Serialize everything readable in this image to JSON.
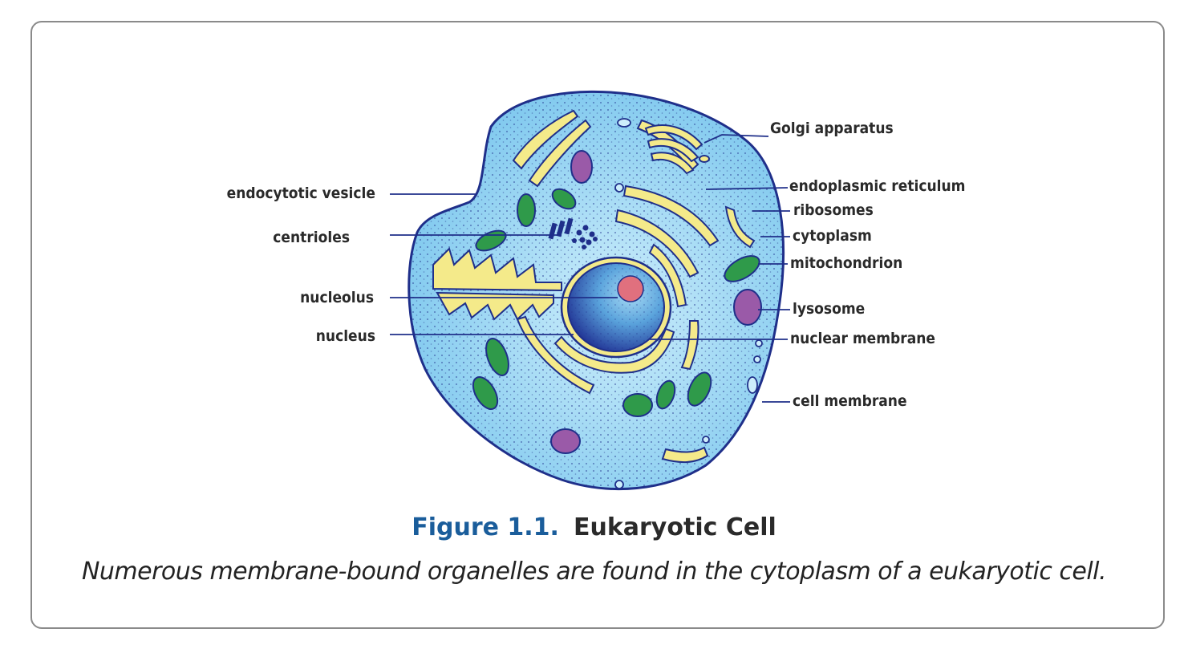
{
  "labels": {
    "golgi": "Golgi apparatus",
    "er": "endoplasmic reticulum",
    "ribosomes": "ribosomes",
    "cytoplasm": "cytoplasm",
    "mitochondrion": "mitochondrion",
    "lysosome": "lysosome",
    "nuclear_membrane": "nuclear membrane",
    "cell_membrane": "cell membrane",
    "endocytotic_vesicle": "endocytotic vesicle",
    "centrioles": "centrioles",
    "nucleolus": "nucleolus",
    "nucleus": "nucleus"
  },
  "caption": {
    "figure_number": "Figure 1.1.",
    "figure_title": "Eukaryotic Cell",
    "description": "Numerous membrane-bound organelles are found in the cytoplasm of a eukaryotic cell."
  },
  "colors": {
    "cytoplasm": "#7ec8ee",
    "membrane": "#1f2f8a",
    "nucleus": "#1c2a8f",
    "er": "#f4ea8a",
    "mitochondrion": "#2f9a4a",
    "lysosome": "#9a5aa8",
    "nucleolus": "#e0707e",
    "figure_number": "#1a5d9b"
  }
}
